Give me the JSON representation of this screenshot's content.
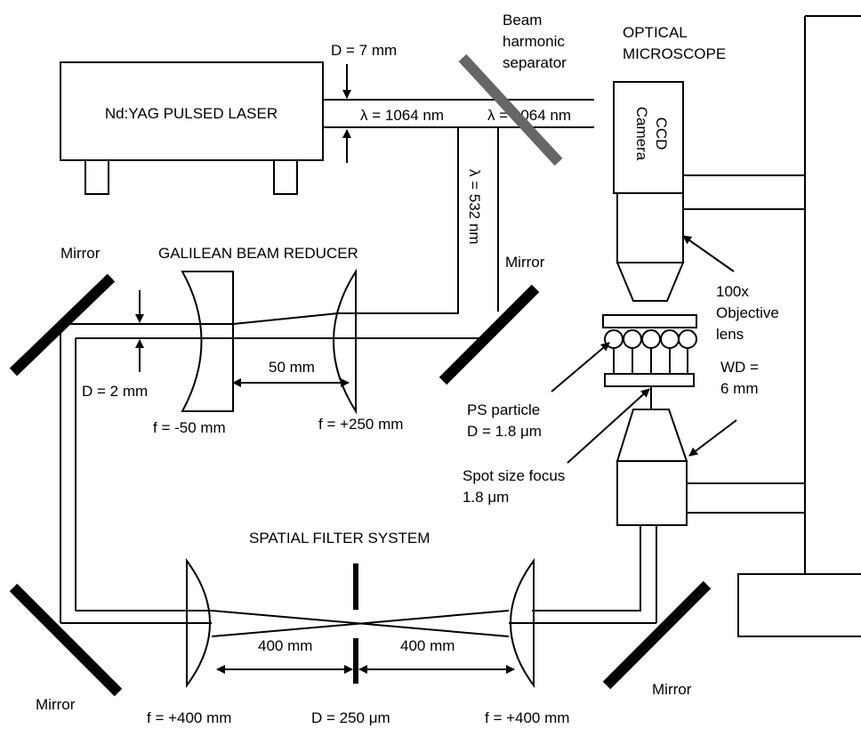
{
  "labels": {
    "laser": "Nd:YAG PULSED LASER",
    "d_7mm": "D = 7 mm",
    "lambda_1064_a": "λ = 1064 nm",
    "lambda_1064_b": "λ = 1064 nm",
    "lambda_532": "λ = 532 nm",
    "beam_l1": "Beam",
    "beam_l2": "harmonic",
    "beam_l3": "separator",
    "optical_l1": "OPTICAL",
    "optical_l2": "MICROSCOPE",
    "ccd_l1": "CCD",
    "ccd_l2": "Camera",
    "mirror_tl": "Mirror",
    "mirror_tr": "Mirror",
    "mirror_bl": "Mirror",
    "mirror_br": "Mirror",
    "galilean": "GALILEAN BEAM REDUCER",
    "mm50": "50 mm",
    "d_2mm": "D = 2 mm",
    "f_m50": "f = -50 mm",
    "f_250": "f = +250 mm",
    "obj_l1": "100x",
    "obj_l2": "Objective",
    "obj_l3": "lens",
    "wd_l1": "WD =",
    "wd_l2": "6 mm",
    "ps_l1": "PS particle",
    "ps_l2": "D = 1.8 μm",
    "spot_l1": "Spot size focus",
    "spot_l2": "1.8 μm",
    "spatial": "SPATIAL FILTER SYSTEM",
    "mm400a": "400 mm",
    "mm400b": "400 mm",
    "f_400a": "f = +400 mm",
    "f_400b": "f = +400 mm",
    "d_250": "D = 250 μm"
  }
}
